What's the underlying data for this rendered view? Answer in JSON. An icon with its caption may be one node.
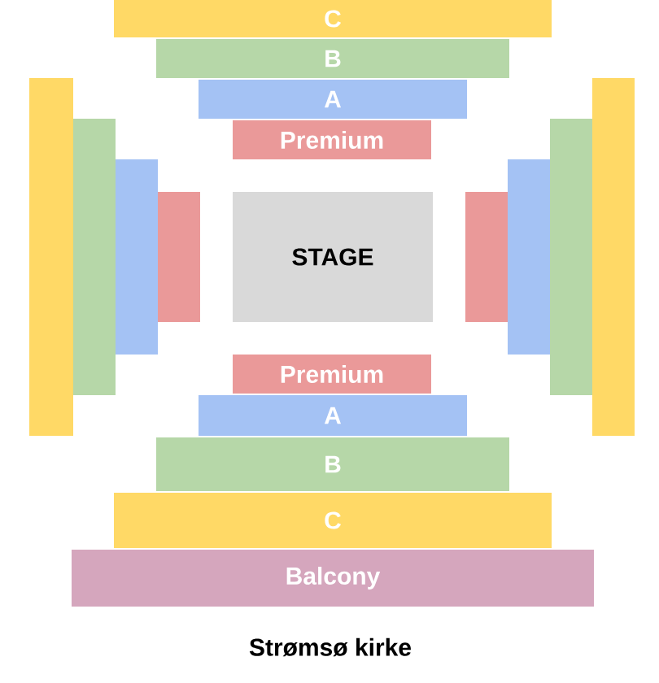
{
  "diagram": {
    "caption": "Strømsø kirke",
    "nodes": [
      {
        "text": [
          "C"
        ]
      },
      {
        "text": [
          "B"
        ]
      },
      {
        "text": [
          "A"
        ]
      },
      {
        "text": [
          "Premium"
        ]
      },
      {
        "text": [],
        "shape": "bar"
      },
      {
        "text": [],
        "shape": "bar"
      },
      {
        "text": [],
        "shape": "bar"
      },
      {
        "text": [],
        "shape": "bar"
      },
      {
        "text": [
          "STAGE"
        ]
      },
      {
        "text": [],
        "shape": "bar"
      },
      {
        "text": [],
        "shape": "bar"
      },
      {
        "text": [],
        "shape": "bar"
      },
      {
        "text": [],
        "shape": "bar"
      },
      {
        "text": [
          "Premium"
        ]
      },
      {
        "text": [
          "A"
        ]
      },
      {
        "text": [
          "B"
        ]
      },
      {
        "text": [
          "C"
        ]
      },
      {
        "text": [
          "Balcony"
        ]
      }
    ]
  }
}
